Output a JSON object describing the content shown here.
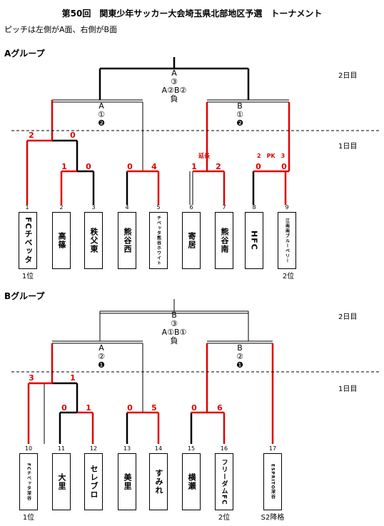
{
  "title": "第50回　関東少年サッカー大会埼玉県北部地区予選　トーナメント",
  "note": "ピッチは左側がA面、右側がB面",
  "day2": "2日目",
  "day1": "1日目",
  "groupA": {
    "label": "Aグループ",
    "final": {
      "name": "A",
      "no": "③",
      "court": "A②B②",
      "loser": "負"
    },
    "semiA": {
      "name": "A",
      "no": "①",
      "court": "❷"
    },
    "semiB": {
      "name": "B",
      "no": "①",
      "court": "❷"
    },
    "scores": {
      "s1a": "2",
      "s1b": "0",
      "q1a": "1",
      "q1b": "0",
      "q2a": "0",
      "q2b": "4",
      "q3a": "1",
      "q3b": "2",
      "q4a": "0",
      "q4b": "0"
    },
    "tag_extra": "延長",
    "tag_pk": "2　PK　3",
    "teams": [
      {
        "no": "1",
        "name": "FCチベッタ"
      },
      {
        "no": "2",
        "name": "高篠"
      },
      {
        "no": "3",
        "name": "秩父東"
      },
      {
        "no": "4",
        "name": "熊谷西"
      },
      {
        "no": "5",
        "name": "チベッタ熊谷ホワイト"
      },
      {
        "no": "6",
        "name": "寄居"
      },
      {
        "no": "7",
        "name": "熊谷南"
      },
      {
        "no": "8",
        "name": "HFC"
      },
      {
        "no": "9",
        "name": "江南南ブルーベリー"
      }
    ],
    "rank1": "1位",
    "rank2": "2位"
  },
  "groupB": {
    "label": "Bグループ",
    "final": {
      "name": "B",
      "no": "③",
      "court": "A①B①",
      "loser": "負"
    },
    "semiA": {
      "name": "A",
      "no": "②",
      "court": "❶"
    },
    "semiB": {
      "name": "B",
      "no": "②",
      "court": "❶"
    },
    "scores": {
      "s1a": "3",
      "s1b": "1",
      "q1a": "0",
      "q1b": "1",
      "q2a": "0",
      "q2b": "5",
      "q3a": "0",
      "q3b": "6"
    },
    "teams": [
      {
        "no": "10",
        "name": "FCチベッタ深谷"
      },
      {
        "no": "11",
        "name": "大里"
      },
      {
        "no": "12",
        "name": "セレブロ"
      },
      {
        "no": "13",
        "name": "美里"
      },
      {
        "no": "14",
        "name": "すみれ"
      },
      {
        "no": "15",
        "name": "横瀬"
      },
      {
        "no": "16",
        "name": "フリーダムFC"
      },
      {
        "no": "17",
        "name": "ESPRITO深谷"
      }
    ],
    "rank1": "1位",
    "rank2": "2位",
    "rank3": "S2降格"
  }
}
